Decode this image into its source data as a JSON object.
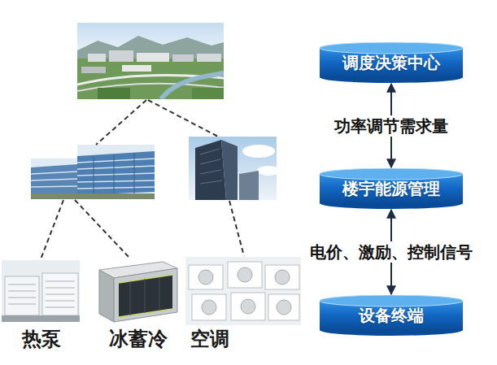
{
  "diagram": {
    "nodes": [
      {
        "text": [
          "调度决策中心"
        ]
      },
      {
        "text": [
          "楼宇能源管理"
        ]
      },
      {
        "text": [
          "热泵"
        ]
      },
      {
        "text": [
          "冰蓄冷"
        ]
      },
      {
        "text": [
          "空调"
        ]
      },
      {
        "text": [
          "设备终端"
        ]
      }
    ],
    "edges": [
      {
        "from": 0,
        "to": 1,
        "label": "功率调节需求量",
        "arrow": "both"
      },
      {
        "from": 1,
        "to": 5,
        "label": "电价、激励、控制信号",
        "arrow": "both"
      }
    ]
  }
}
